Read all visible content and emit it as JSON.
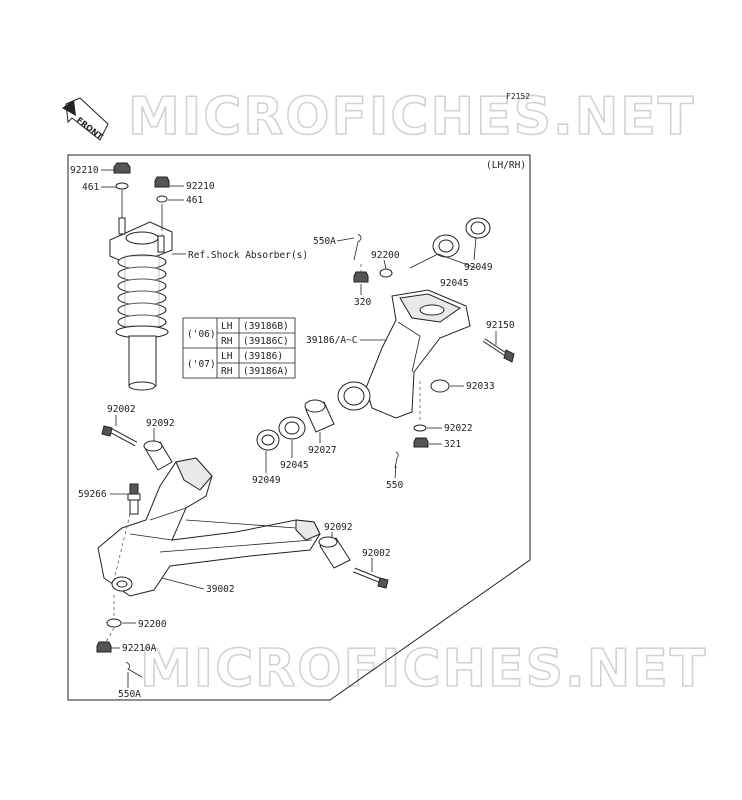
{
  "figure_code": "F2152",
  "front_label": "FRONT",
  "side_note": "(LH/RH)",
  "watermark": "MICROFICHES.NET",
  "reference_note": "Ref.Shock Absorber(s)",
  "variant_table": {
    "rows": [
      {
        "year": "('06)",
        "side": "LH",
        "part": "(39186B)"
      },
      {
        "year": "",
        "side": "RH",
        "part": "(39186C)"
      },
      {
        "year": "('07)",
        "side": "LH",
        "part": "(39186)"
      },
      {
        "year": "",
        "side": "RH",
        "part": "(39186A)"
      }
    ]
  },
  "callouts": {
    "p92210_top_left": "92210",
    "p461_left": "461",
    "p92210_right": "92210",
    "p461_right": "461",
    "p550A_top": "550A",
    "p92200_top": "92200",
    "p320": "320",
    "p92049_top": "92049",
    "p92045_top": "92045",
    "p92150": "92150",
    "p39186": "39186/A~C",
    "p92033": "92033",
    "p92022": "92022",
    "p321": "321",
    "p550": "550",
    "p92027": "92027",
    "p92045_bottom": "92045",
    "p92049_bottom": "92049",
    "p92002_left": "92002",
    "p92092_left": "92092",
    "p59266": "59266",
    "p92092_right": "92092",
    "p92002_right": "92002",
    "p39002": "39002",
    "p92200_bottom": "92200",
    "p92210A": "92210A",
    "p550A_bottom": "550A"
  }
}
